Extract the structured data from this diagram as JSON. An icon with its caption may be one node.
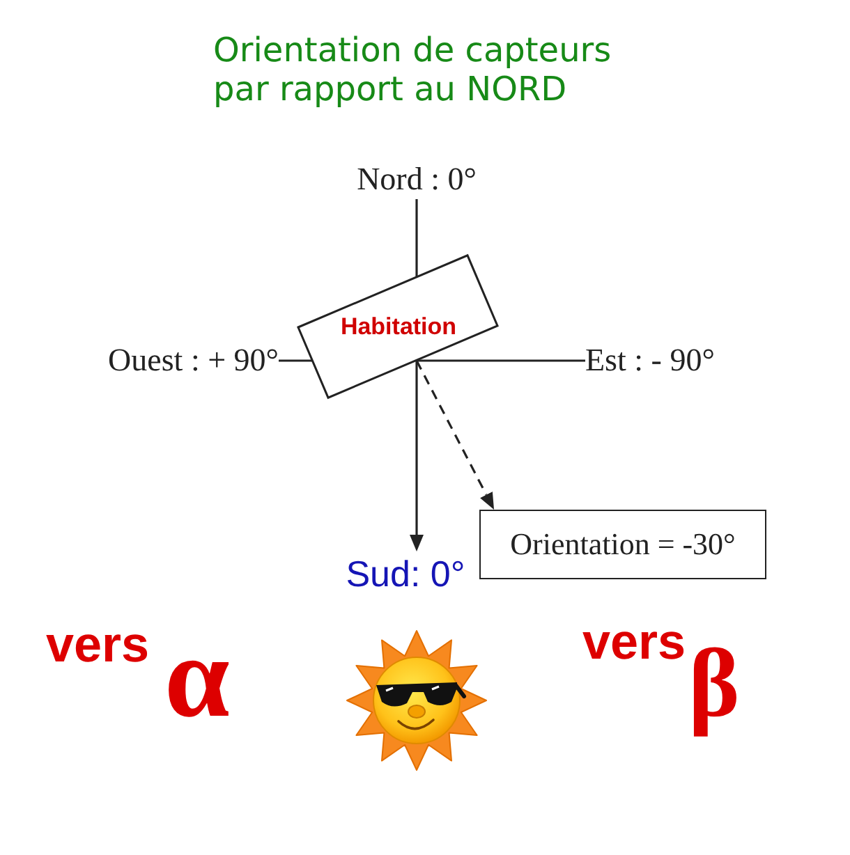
{
  "diagram": {
    "title": "Orientation de capteurs par rapport au NORD",
    "nodes": [
      {
        "text": [
          "Nord : 0°"
        ]
      },
      {
        "text": [
          "Habitation"
        ]
      },
      {
        "text": [
          "Ouest : + 90°"
        ]
      },
      {
        "text": [
          "Est : - 90°"
        ]
      },
      {
        "text": [
          "Orientation = -30°"
        ]
      },
      {
        "text": [
          "Sud: 0°"
        ]
      }
    ],
    "edges": [
      {
        "from": 0,
        "to": 1,
        "arrow": "none"
      },
      {
        "from": 2,
        "to": 1,
        "arrow": "none"
      },
      {
        "from": 1,
        "to": 3,
        "arrow": "none"
      },
      {
        "from": 1,
        "to": 5,
        "arrow": "to"
      },
      {
        "from": 1,
        "to": 4,
        "arrow": "to",
        "style": "dashed"
      }
    ],
    "labels": [
      "vers",
      "α",
      "vers",
      "β"
    ]
  }
}
